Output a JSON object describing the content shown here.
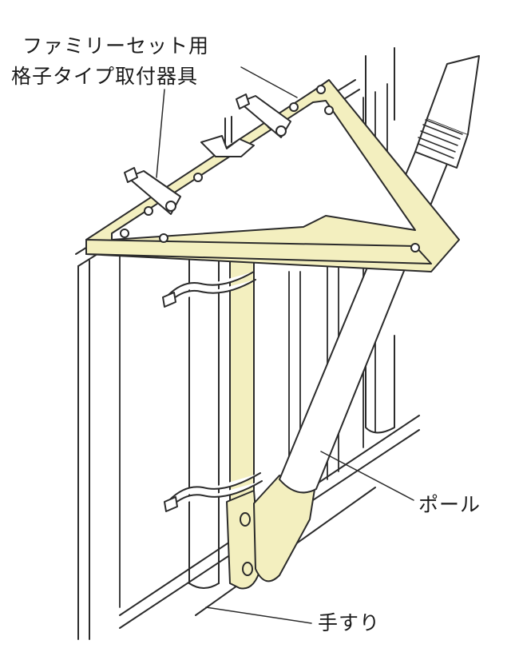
{
  "labels": {
    "bracket_line1": "ファミリーセット用",
    "bracket_line2": "格子タイプ取付器具",
    "pole": "ポール",
    "handrail": "手すり"
  },
  "colors": {
    "bracket_fill": "#f3efbf",
    "line": "#2b2b2b",
    "background": "#ffffff"
  }
}
